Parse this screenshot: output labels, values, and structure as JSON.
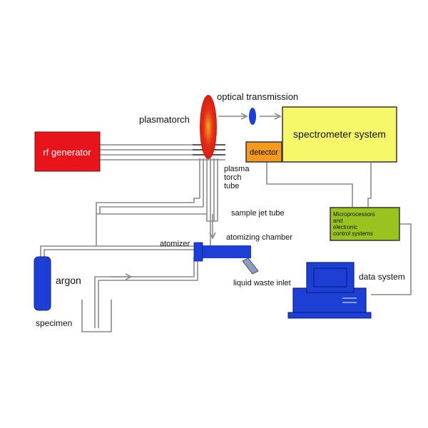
{
  "colors": {
    "rf_generator": "#e8141b",
    "spectrometer": "#f7f76a",
    "detector": "#f39a1f",
    "microprocessor": "#99c420",
    "blue_parts": "#1d3fd6",
    "plasma_red": "#e23018",
    "lines": "#8a8a8a",
    "text": "#111111"
  },
  "labels": {
    "optical_transmission": "optical transmission",
    "plasmatorch": "plasmatorch",
    "rf_generator": "rf generator",
    "spectrometer_system": "spectrometer system",
    "detector": "detector",
    "plasma_torch_tube_1": "plasma",
    "plasma_torch_tube_2": "torch",
    "plasma_torch_tube_3": "tube",
    "sample_jet_tube": "sample jet tube",
    "atomizing_chamber": "atomizing chamber",
    "atomizer": "atomizer",
    "argon": "argon",
    "liquid_waste_inlet": "liquid waste inlet",
    "specimen": "specimen",
    "data_system": "data system",
    "microprocessors_1": "Microprocessors",
    "microprocessors_2": "and",
    "microprocessors_3": "electronic",
    "microprocessors_4": "control systems"
  }
}
